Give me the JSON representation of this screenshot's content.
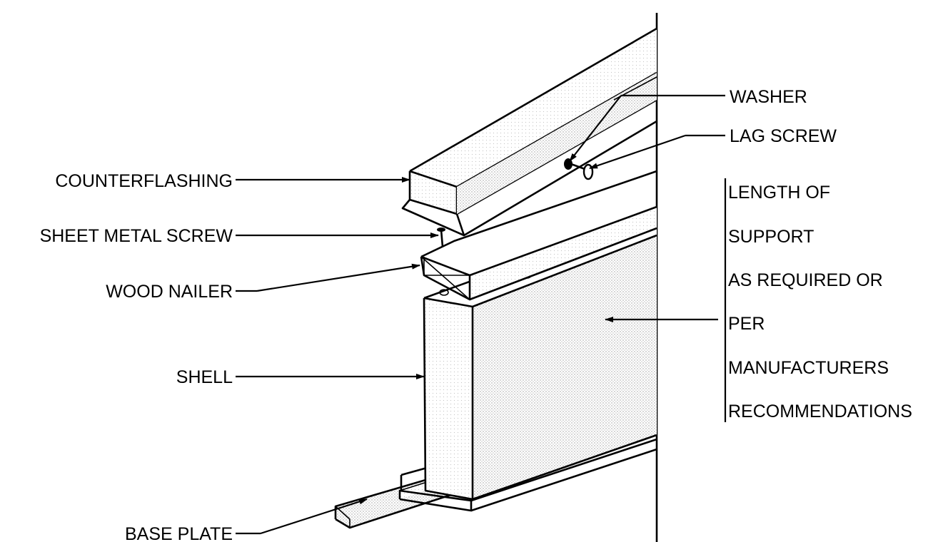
{
  "diagram": {
    "labels": {
      "washer": "WASHER",
      "lag_screw": "LAG SCREW",
      "counterflashing": "COUNTERFLASHING",
      "sheet_metal_screw": "SHEET METAL SCREW",
      "wood_nailer": "WOOD NAILER",
      "shell": "SHELL",
      "base_plate": "BASE PLATE",
      "length_note": [
        "LENGTH OF",
        "SUPPORT",
        "AS REQUIRED OR",
        "PER",
        "MANUFACTURERS",
        "RECOMMENDATIONS"
      ]
    }
  }
}
